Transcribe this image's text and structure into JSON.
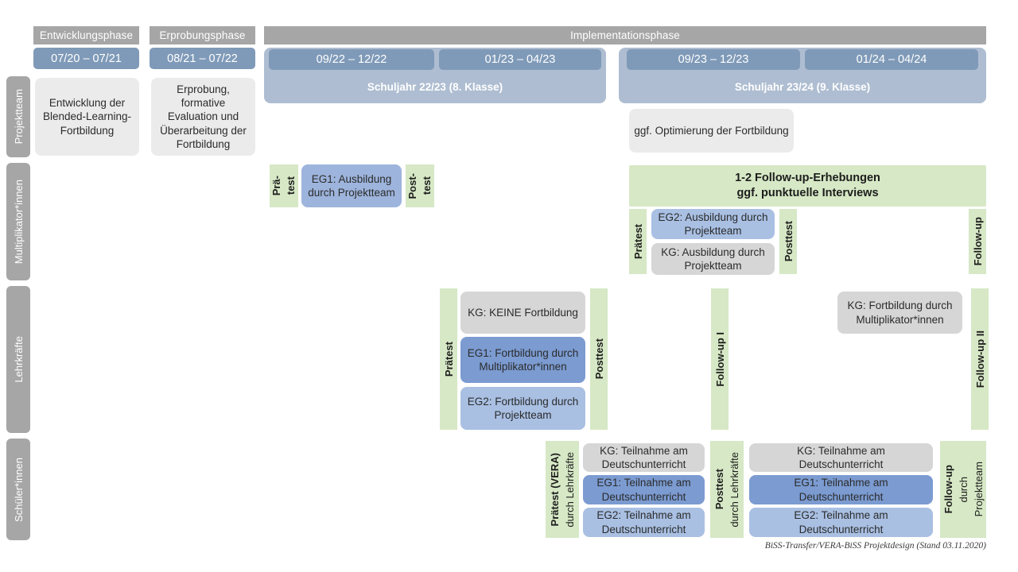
{
  "diagram": {
    "footnote": "BiSS-Transfer/VERA-BiSS Projektdesign (Stand 03.11.2020)",
    "colors": {
      "phase_header": "#A6A6A6",
      "period_pill": "#7F9AB8",
      "year_card": "#AEBDD1",
      "row_label": "#A6A6A6",
      "test_green": "#D6E8C5",
      "kg_gray_light": "#EBEBEB",
      "kg_gray": "#D6D6D6",
      "eg1_blue": "#7B9BD1",
      "eg2_blue": "#A9C0E3",
      "mid_blue": "#9DB4DC"
    }
  },
  "phases": [
    {
      "label": "Entwicklungsphase"
    },
    {
      "label": "Erprobungsphase"
    },
    {
      "label": "Implementationsphase"
    }
  ],
  "periods": [
    {
      "label": "07/20 – 07/21"
    },
    {
      "label": "08/21 – 07/22"
    },
    {
      "label": "09/22 – 12/22"
    },
    {
      "label": "01/23 – 04/23"
    },
    {
      "label": "09/23 – 12/23"
    },
    {
      "label": "01/24 – 04/24"
    }
  ],
  "school_years": [
    {
      "label": "Schuljahr 22/23 (8. Klasse)"
    },
    {
      "label": "Schuljahr 23/24 (9. Klasse)"
    }
  ],
  "rows": [
    {
      "label": "Projektteam"
    },
    {
      "label": "Multiplikator*innen"
    },
    {
      "label": "Lehrkräfte"
    },
    {
      "label": "Schüler*innen"
    }
  ],
  "projektteam": {
    "entwicklung": "Entwicklung der Blended-Learning-Fortbildung",
    "erprobung": "Erprobung, formative Evaluation und Überarbeitung der Fortbildung",
    "optimierung": "ggf. Optimierung der Fortbildung"
  },
  "multiplikatoren": {
    "praetest_line1": "Prä-",
    "praetest_line2": "test",
    "posttest_line1": "Post-",
    "posttest_line2": "test",
    "eg1_ausbildung": "EG1: Ausbildung durch Projektteam",
    "followup_banner_line1": "1-2 Follow-up-Erhebungen",
    "followup_banner_line2": "ggf. punktuelle Interviews",
    "praetest2": "Prätest",
    "posttest2": "Posttest",
    "followup": "Follow-up",
    "eg2_ausbildung": "EG2:  Ausbildung durch Projektteam",
    "kg_ausbildung": "KG: Ausbildung durch Projektteam"
  },
  "lehrkraefte": {
    "praetest": "Prätest",
    "posttest": "Posttest",
    "followup_1": "Follow-up I",
    "followup_2": "Follow-up II",
    "kg_keine": "KG:  KEINE Fortbildung",
    "eg1": "EG1: Fortbildung durch Multiplikator*innen",
    "eg2": "EG2: Fortbildung durch Projektteam",
    "kg_fortbildung": "KG: Fortbildung durch Multiplikator*innen"
  },
  "schueler": {
    "praetest_bold": "Prätest (VERA)",
    "praetest_sub": "durch Lehrkräfte",
    "posttest_bold": "Posttest",
    "posttest_sub": "durch Lehrkräfte",
    "followup_bold": "Follow-up",
    "followup_sub1": "durch",
    "followup_sub2": "Projektteam",
    "kg": "KG: Teilnahme am Deutschunterricht",
    "eg1": "EG1: Teilnahme am Deutschunterricht",
    "eg2": "EG2: Teilnahme am Deutschunterricht",
    "kg2": "KG: Teilnahme am Deutschunterricht",
    "eg1_2": "EG1: Teilnahme am Deutschunterricht",
    "eg2_2": "EG2: Teilnahme am Deutschunterricht"
  }
}
